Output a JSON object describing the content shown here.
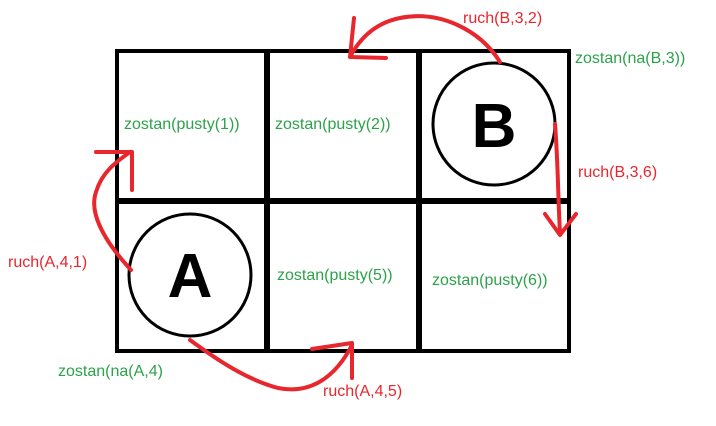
{
  "cells": {
    "c1": "zostan(pusty(1))",
    "c2": "zostan(pusty(2))",
    "c3": "zostan(na(B,3))",
    "c4": "zostan(na(A,4)",
    "c5": "zostan(pusty(5))",
    "c6": "zostan(pusty(6))"
  },
  "tokens": {
    "a": "A",
    "b": "B"
  },
  "moves": {
    "b32": "ruch(B,3,2)",
    "b36": "ruch(B,3,6)",
    "a41": "ruch(A,4,1)",
    "a45": "ruch(A,4,5)"
  },
  "colors": {
    "state": "#2ca24a",
    "move": "#e8262d",
    "grid": "#000000"
  }
}
